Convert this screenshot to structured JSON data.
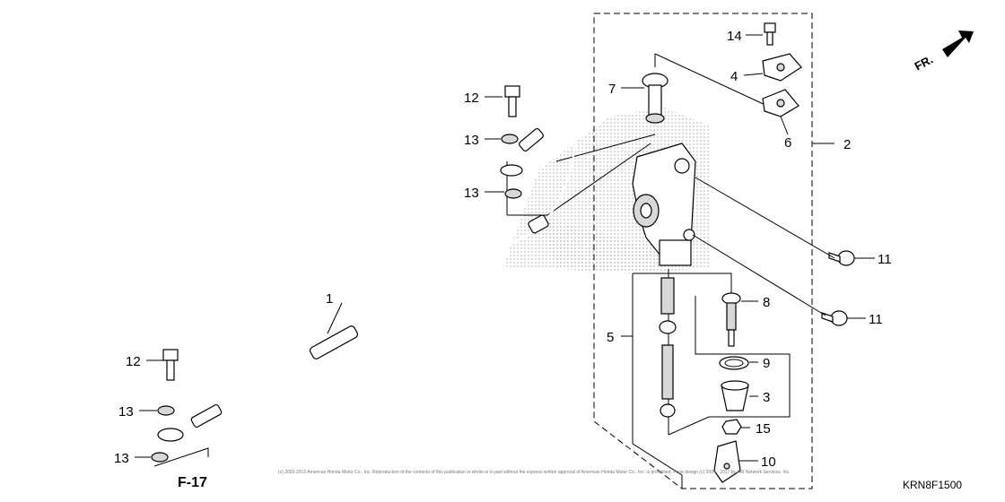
{
  "diagram": {
    "reference_label": "F-17",
    "diagram_code": "KRN8F1500",
    "direction_label": "FR.",
    "copyright": "(c) 2003-2013 American Honda Motor Co., Inc. Reproduction of the contents of this publication in whole or in part without the express written approval of American Honda Motor Co., Inc. is prohibited. Page design (c) 2004 - 2017 by ARI Network Services, Inc.",
    "callouts": {
      "c1": "1",
      "c2": "2",
      "c3": "3",
      "c4": "4",
      "c5": "5",
      "c6": "6",
      "c7": "7",
      "c8": "8",
      "c9": "9",
      "c10": "10",
      "c11a": "11",
      "c11b": "11",
      "c12a": "12",
      "c12b": "12",
      "c13a": "13",
      "c13b": "13",
      "c13c": "13",
      "c13d": "13",
      "c14": "14",
      "c15": "15"
    }
  }
}
